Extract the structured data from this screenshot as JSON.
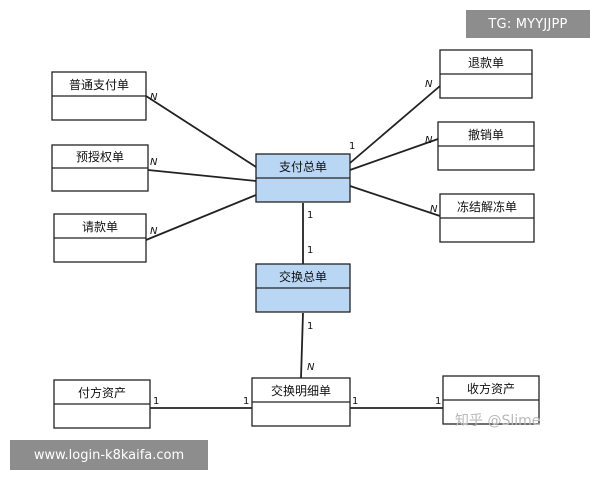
{
  "boxes": {
    "normal_pay": "普通支付单",
    "pre_auth": "预授权单",
    "request": "请款单",
    "payment_total": "支付总单",
    "exchange_total": "交换总单",
    "exchange_detail": "交换明细单",
    "pay_asset": "付方资产",
    "receive_asset": "收方资产",
    "refund": "退款单",
    "cancel": "撤销单",
    "freeze": "冻结解冻单"
  },
  "multiplicity": {
    "one": "1",
    "many": "N"
  },
  "overlays": {
    "top_tag": "TG: MYYJJPP",
    "bottom_tag": "www.login-k8kaifa.com",
    "watermark": "知乎 @Slime"
  },
  "colors": {
    "highlight_fill": "#b9d7f5",
    "box_stroke": "#222222",
    "line": "#222222",
    "tag_bg": "#8d8d8d"
  }
}
